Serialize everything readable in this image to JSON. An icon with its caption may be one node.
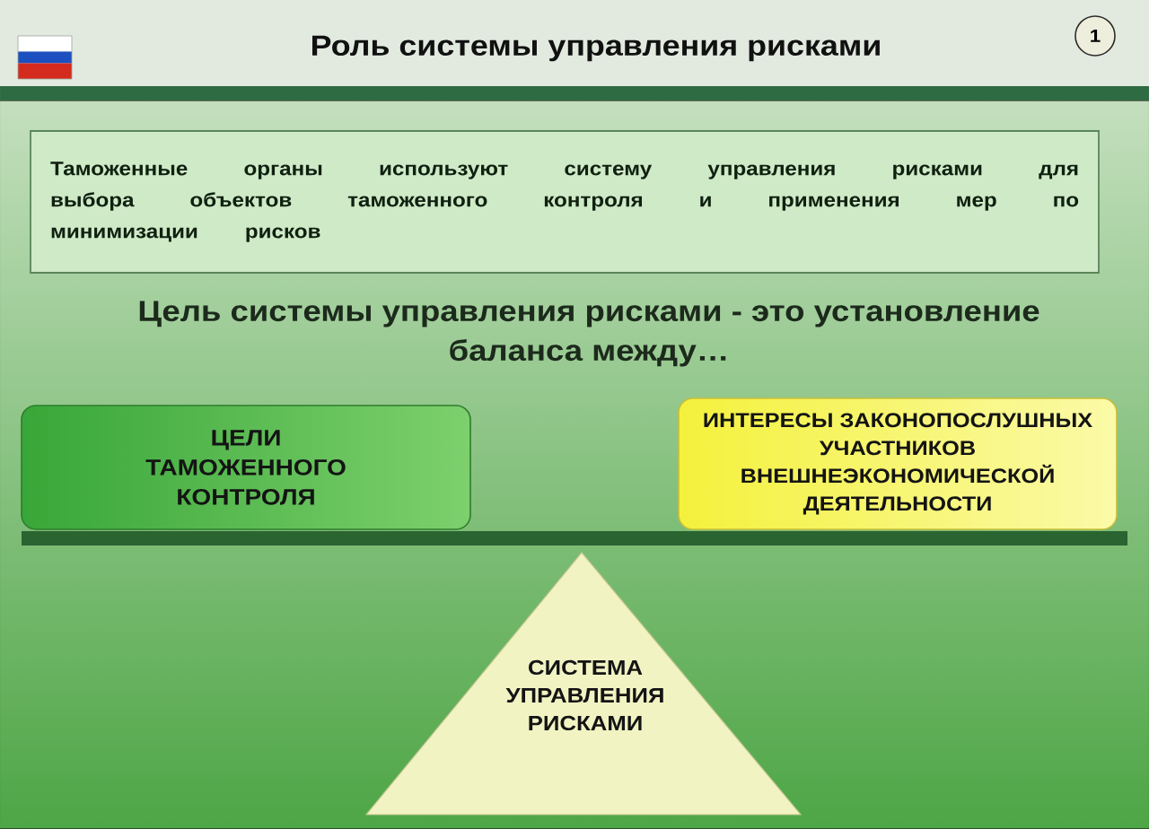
{
  "diagram": {
    "title": "Роль системы управления рисками",
    "nodes": [
      {
        "text": [
          "1"
        ]
      },
      {
        "text": [
          "Таможенные органы используют систему управления рисками для выбора объектов таможенного контроля и применения мер по минимизации рисков"
        ]
      },
      {
        "text": [
          "ЦЕЛИ ТАМОЖЕННОГО КОНТРОЛЯ"
        ]
      },
      {
        "text": [
          "ИНТЕРЕСЫ ЗАКОНОПОСЛУШНЫХ УЧАСТНИКОВ ВНЕШНЕЭКОНОМИЧЕСКОЙ ДЕЯТЕЛЬНОСТИ"
        ]
      },
      {
        "text": [
          "СИСТЕМА УПРАВЛЕНИЯ РИСКАМИ"
        ]
      }
    ],
    "labels": [
      "Цель системы управления рисками - это установление баланса между…"
    ]
  }
}
